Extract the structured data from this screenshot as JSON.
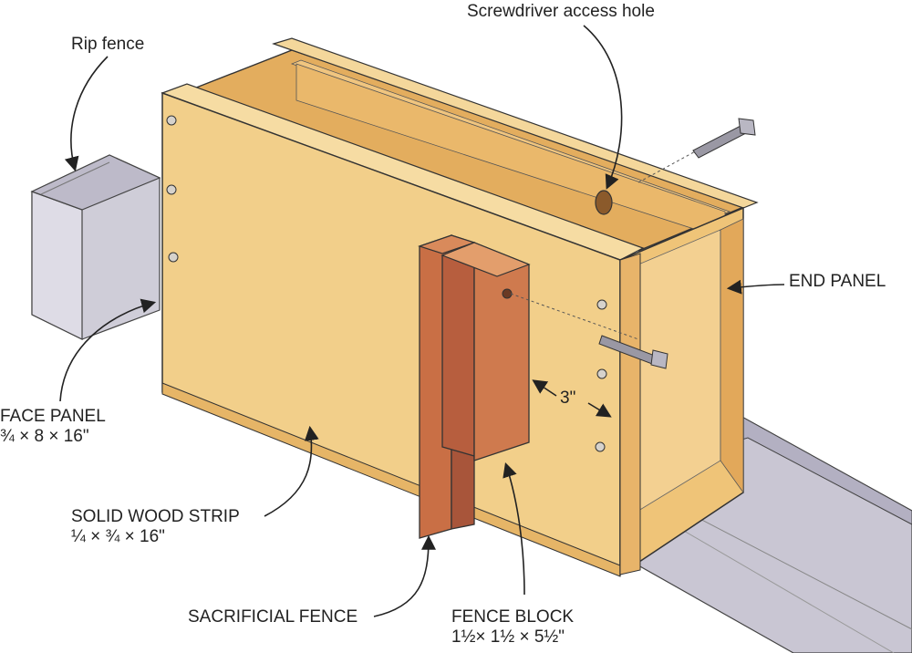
{
  "labels": {
    "screwdriver_hole": "Screwdriver access hole",
    "rip_fence": "Rip fence",
    "end_panel": "END PANEL",
    "face_panel": "FACE PANEL",
    "face_panel_dims": "¾ × 8 × 16\"",
    "dimension_3": "3\"",
    "solid_wood_strip": "SOLID WOOD STRIP",
    "solid_wood_strip_dims": "¼ × ¾ × 16\"",
    "sacrificial_fence": "SACRIFICIAL FENCE",
    "fence_block": "FENCE BLOCK",
    "fence_block_dims": "1½× 1½ × 5½\""
  },
  "colors": {
    "plywood_light": "#f2cf8a",
    "plywood_mid": "#e8b868",
    "plywood_dark": "#d99d4a",
    "block_red": "#c8704a",
    "block_dark": "#a9553a",
    "rail_light": "#d9d7e0",
    "rail_dark": "#a9a6b6",
    "ink": "#222222"
  }
}
